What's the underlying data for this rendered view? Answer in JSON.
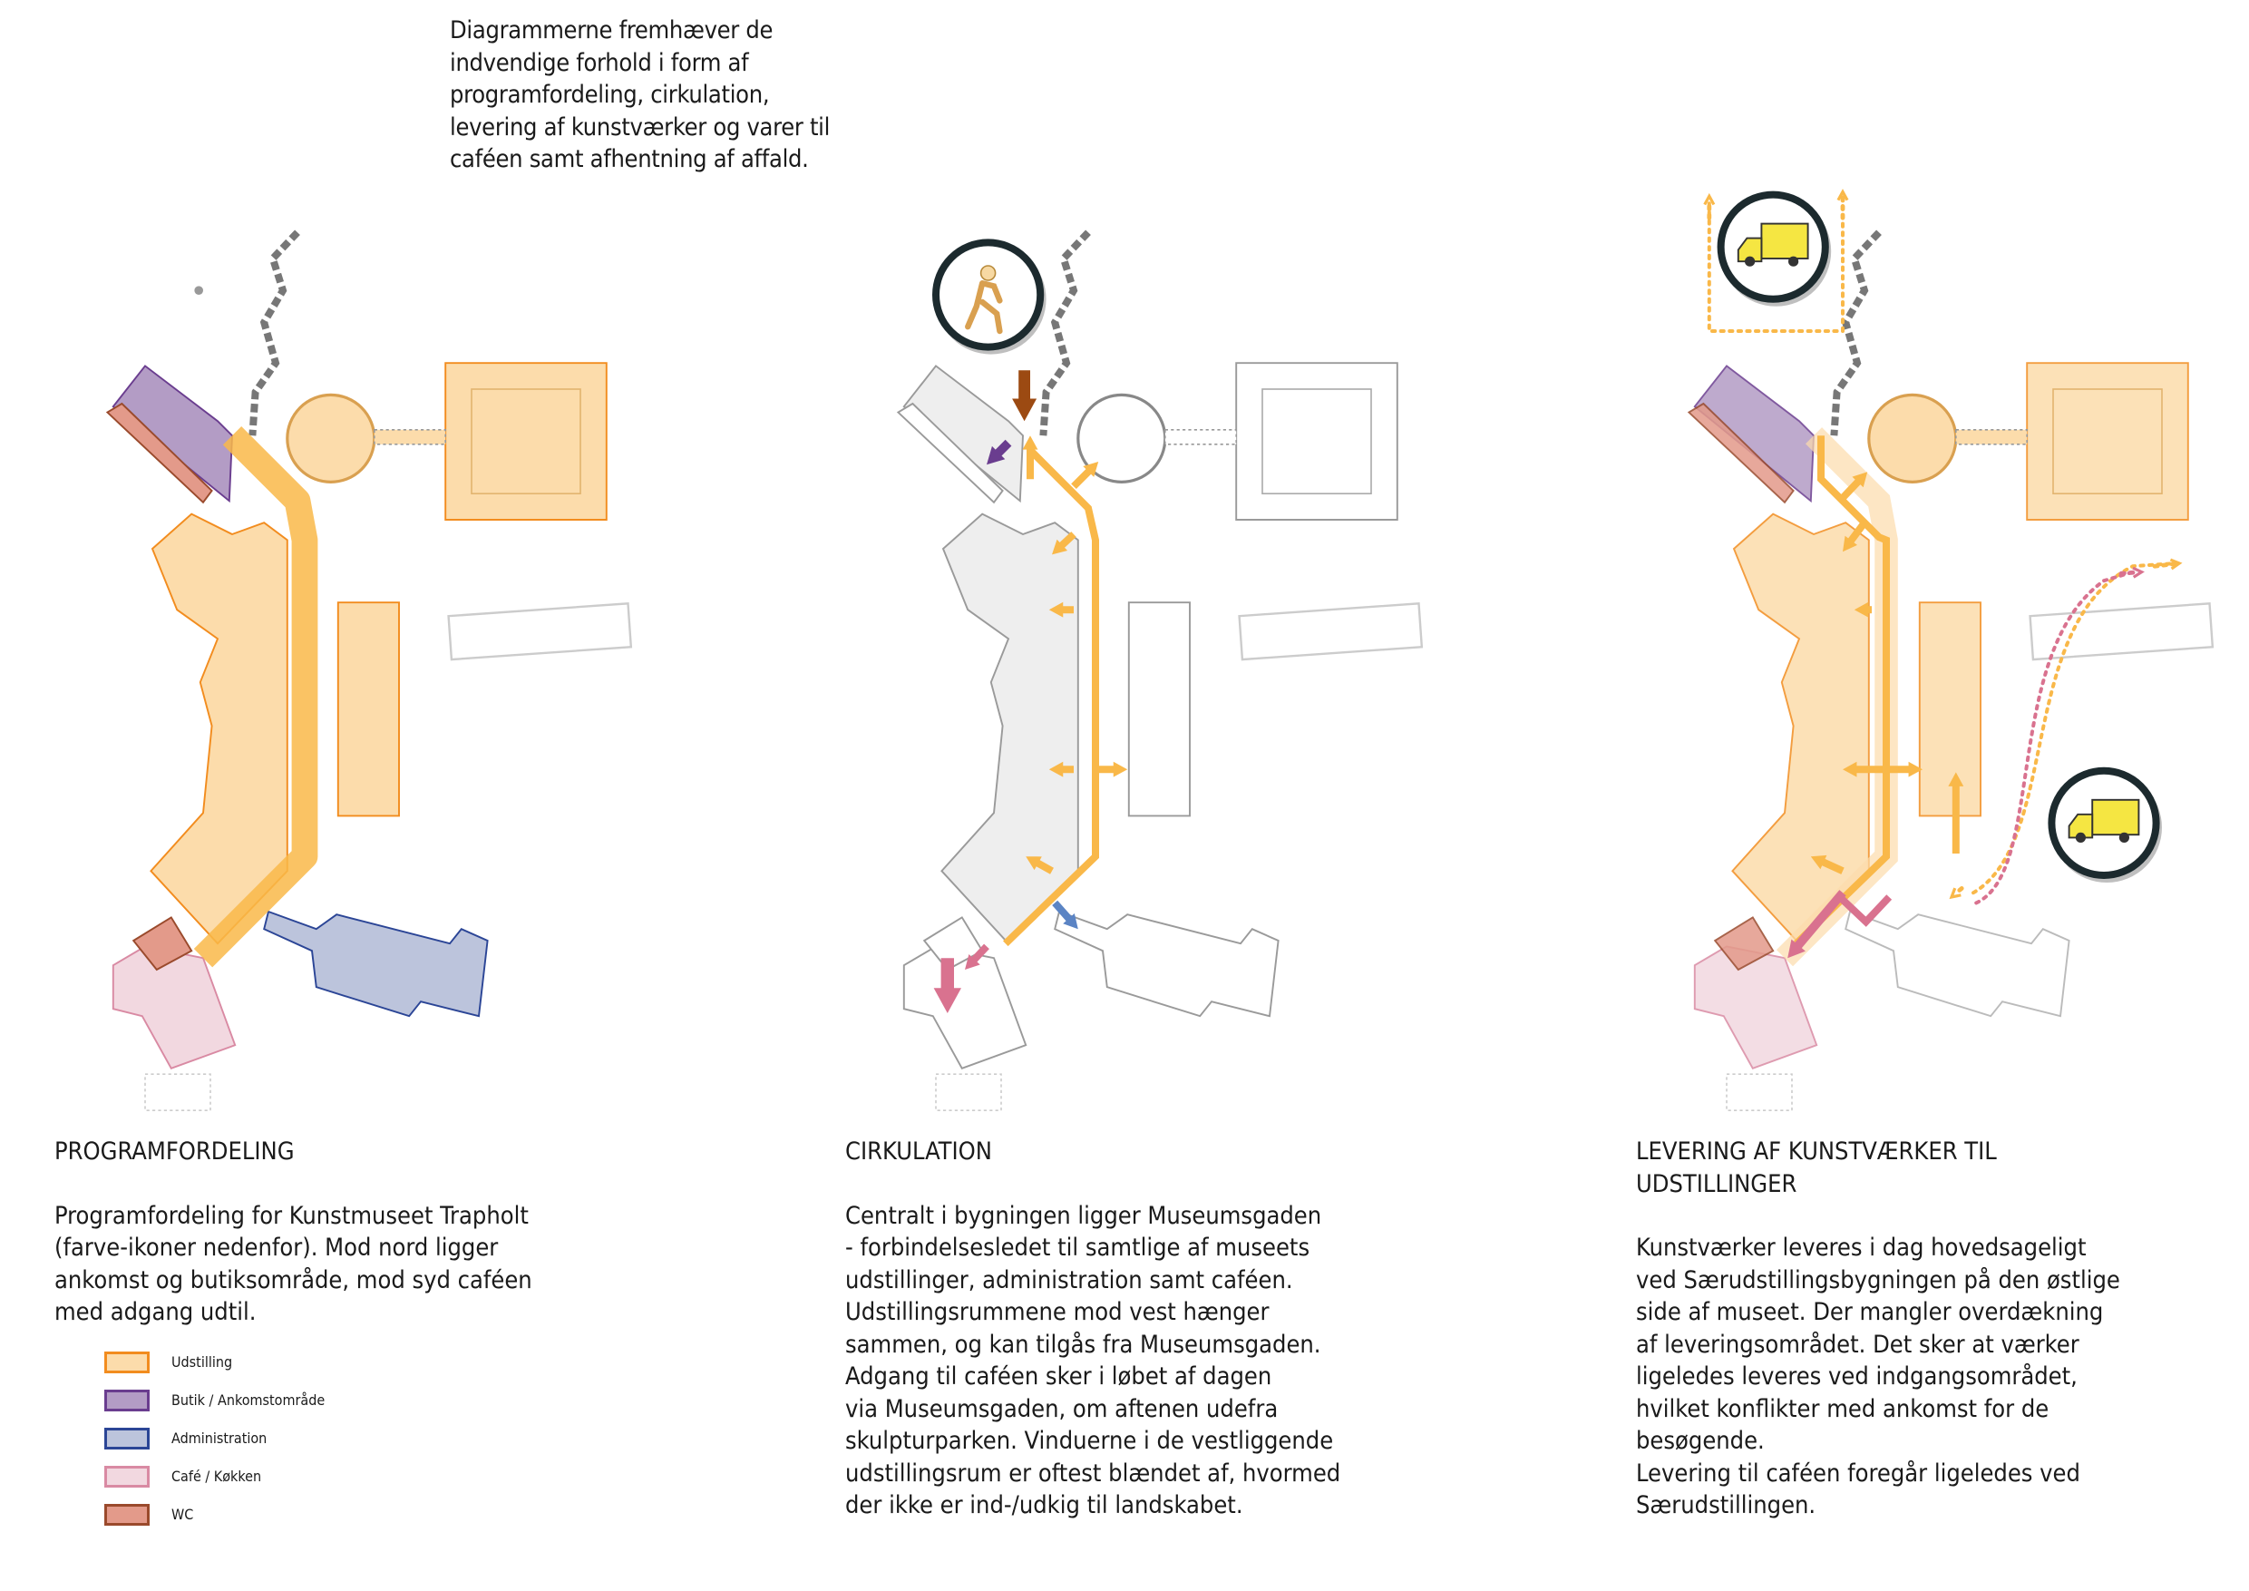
{
  "intro": {
    "lines": [
      "Diagrammerne fremhæver de",
      "indvendige forhold i form af",
      "programfordeling, cirkulation,",
      "levering af kunstværker og varer til",
      "caféen samt afhentning af affald."
    ]
  },
  "columns": [
    {
      "heading_lines": [
        "PROGRAMFORDELING"
      ],
      "body_lines": [
        "Programfordeling for Kunstmuseet Trapholt",
        "(farve-ikoner nedenfor). Mod nord ligger",
        "ankomst og butiksområde, mod syd caféen",
        "med adgang udtil."
      ]
    },
    {
      "heading_lines": [
        "CIRKULATION"
      ],
      "body_lines": [
        "Centralt i bygningen ligger Museumsgaden",
        "- forbindelsesledet til samtlige af museets",
        "udstillinger, administration samt caféen.",
        "Udstillingsrummene mod vest hænger",
        "sammen, og kan tilgås fra Museumsgaden.",
        "Adgang til caféen sker i løbet af dagen",
        "via Museumsgaden, om aftenen udefra",
        "skulpturparken. Vinduerne i de vestliggende",
        "udstillingsrum er oftest blændet af, hvormed",
        "der ikke er ind-/udkig til landskabet."
      ]
    },
    {
      "heading_lines": [
        "LEVERING AF KUNSTVÆRKER TIL",
        "UDSTILLINGER"
      ],
      "body_lines": [
        "Kunstværker leveres i dag hovedsageligt",
        "ved Særudstillingsbygningen på den østlige",
        "side af museet. Der mangler overdækning",
        "af leveringsområdet. Det sker at værker",
        "ligeledes leveres ved indgangsområdet,",
        "hvilket konflikter med ankomst for de",
        "besøgende.",
        "Levering til caféen foregår ligeledes ved",
        "Særudstillingen."
      ]
    }
  ],
  "legend": [
    {
      "label": "Udstilling",
      "fill": "#fcdcab",
      "stroke": "#f28c1e"
    },
    {
      "label": "Butik / Ankomstområde",
      "fill": "#b39cc5",
      "stroke": "#6a3d8f"
    },
    {
      "label": "Administration",
      "fill": "#bcc4dc",
      "stroke": "#2b4596"
    },
    {
      "label": "Café / Køkken",
      "fill": "#f2d8e0",
      "stroke": "#d98aa3"
    },
    {
      "label": "WC",
      "fill": "#e39a8a",
      "stroke": "#9a4a2c"
    }
  ],
  "colors": {
    "corridor": "#f9b849",
    "plan_outline": "#9a9a9a",
    "arrow_brown": "#9c4a12",
    "arrow_purple": "#6a3d8f",
    "arrow_blue": "#5b84c4",
    "arrow_pink": "#d9728f",
    "icon_ring": "#1c2a2e",
    "truck": "#f5e642"
  },
  "icons": [
    "pedestrian-icon",
    "truck-icon",
    "truck-icon"
  ]
}
